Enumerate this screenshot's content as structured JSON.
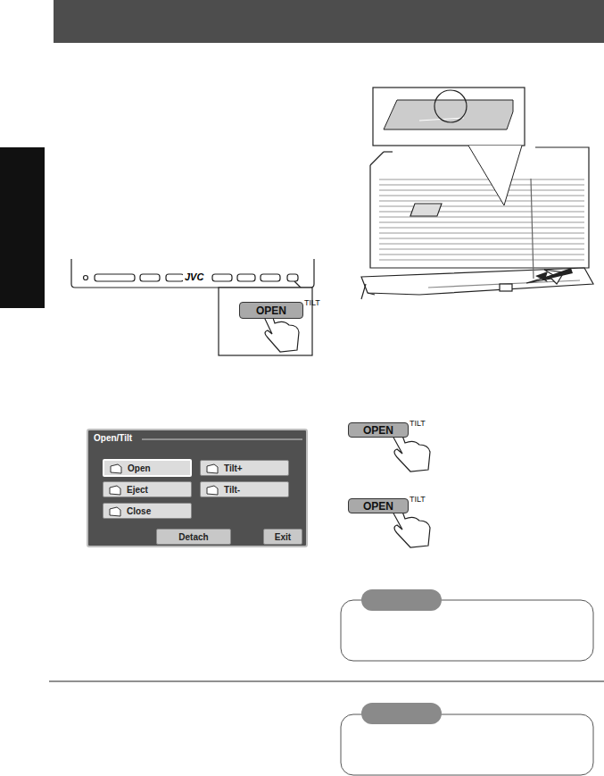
{
  "diagram": {
    "nodes": [
      {
        "text": [
          "Open/Tilt"
        ]
      },
      {
        "text": [
          "Open"
        ],
        "in": 0
      },
      {
        "text": [
          "Tilt+"
        ],
        "in": 0
      },
      {
        "text": [
          "Eject"
        ],
        "in": 0
      },
      {
        "text": [
          "Tilt-"
        ],
        "in": 0
      },
      {
        "text": [
          "Close"
        ],
        "in": 0
      },
      {
        "text": [
          "Detach"
        ],
        "in": 0
      },
      {
        "text": [
          "Exit"
        ],
        "in": 0
      },
      {
        "text": [
          "OPEN",
          "TILT"
        ]
      },
      {
        "text": [
          "OPEN",
          "TILT"
        ]
      },
      {
        "text": [
          "OPEN",
          "TILT"
        ]
      }
    ],
    "labels": [
      "JVC"
    ]
  }
}
